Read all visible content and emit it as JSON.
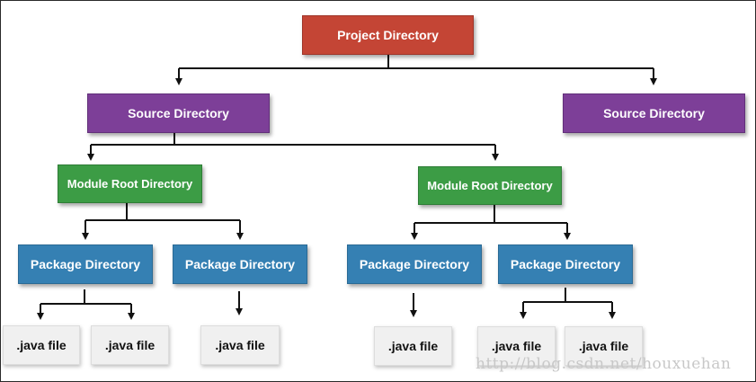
{
  "nodes": {
    "project": "Project Directory",
    "source_left": "Source Directory",
    "source_right": "Source Directory",
    "module_left": "Module Root Directory",
    "module_right": "Module Root Directory",
    "package_1": "Package Directory",
    "package_2": "Package Directory",
    "package_3": "Package Directory",
    "package_4": "Package Directory",
    "file_1": ".java file",
    "file_2": ".java file",
    "file_3": ".java file",
    "file_4": ".java file",
    "file_5": ".java file",
    "file_6": ".java file"
  },
  "watermark": "http://blog.csdn.net/houxuehan",
  "colors": {
    "project": "#c44535",
    "source": "#7d3f98",
    "module": "#3c9c45",
    "package": "#3580b3",
    "file": "#f0f0f0",
    "connector": "#111111"
  }
}
